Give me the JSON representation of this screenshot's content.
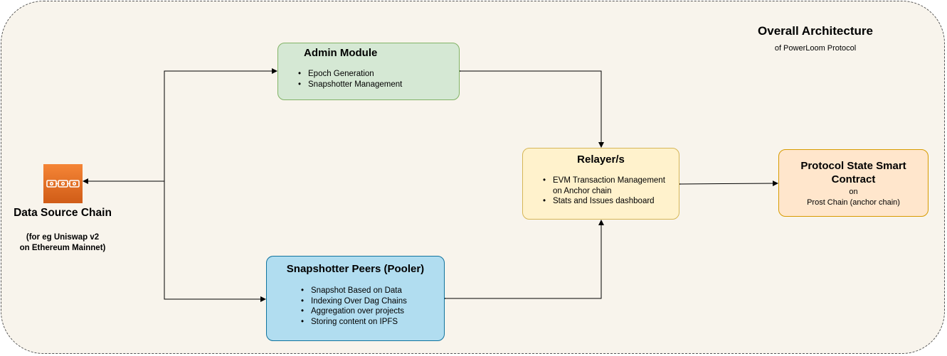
{
  "diagram": {
    "title": "Overall Architecture",
    "subtitle": "of PowerLoom Protocol"
  },
  "admin_module": {
    "title": "Admin Module",
    "items": [
      "Epoch Generation",
      "Snapshotter Management"
    ]
  },
  "relayer": {
    "title": "Relayer/s",
    "items": [
      "EVM Transaction Management on Anchor chain",
      "Stats and Issues dashboard"
    ]
  },
  "protocol_state": {
    "title": "Protocol State Smart Contract",
    "line1": "on",
    "line2": "Prost Chain (anchor chain)"
  },
  "snapshotter_peers": {
    "title": "Snapshotter Peers (Pooler)",
    "items": [
      "Snapshot Based on Data",
      "Indexing Over Dag Chains",
      "Aggregation over projects",
      "Storing content on IPFS"
    ]
  },
  "data_source": {
    "icon": "blockchain-icon",
    "title": "Data Source Chain",
    "line1": "(for eg Uniswap v2",
    "line2": "on Ethereum Mainnet)"
  },
  "colors": {
    "background": "#f8f4ec",
    "admin_fill": "#d5e8d4",
    "relayer_fill": "#fff2cc",
    "protocol_fill": "#ffe6cc",
    "snapshotter_fill": "#b1ddf0",
    "chain_icon": "#ed7100"
  }
}
